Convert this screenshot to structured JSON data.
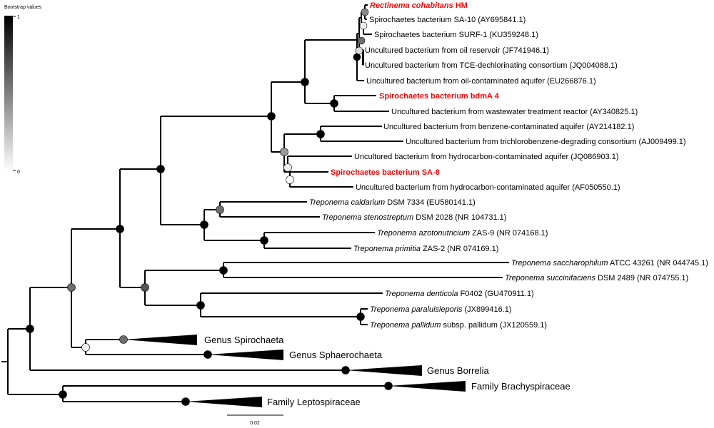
{
  "legend": {
    "title": "Bootstrap values",
    "tick_max": "1",
    "tick_min": "0",
    "color_max": "#000000",
    "color_min": "#ffffff"
  },
  "scale_bar": {
    "label": "0.02"
  },
  "highlight_color": "#ff0000",
  "leaves": [
    {
      "id": "l1",
      "segments": [
        {
          "t": "Rectinema cohabitans",
          "i": true
        },
        {
          "t": " HM"
        }
      ],
      "highlight": true
    },
    {
      "id": "l2",
      "segments": [
        {
          "t": "Spirochaetes bacterium SA-10 (AY695841.1)"
        }
      ]
    },
    {
      "id": "l3",
      "segments": [
        {
          "t": "Spirochaetes bacterium SURF-1 (KU359248.1)"
        }
      ]
    },
    {
      "id": "l4",
      "segments": [
        {
          "t": "Uncultured bacterium from oil reservoir (JF741946.1)"
        }
      ]
    },
    {
      "id": "l5",
      "segments": [
        {
          "t": "Uncultured bacterium from TCE-dechlorinating consortium (JQ004088.1)"
        }
      ]
    },
    {
      "id": "l6",
      "segments": [
        {
          "t": "Uncultured bacterium from oil-contaminated aquifer (EU266876.1)"
        }
      ]
    },
    {
      "id": "l7",
      "segments": [
        {
          "t": "Spirochaetes bacterium bdmA 4"
        }
      ],
      "highlight": true
    },
    {
      "id": "l8",
      "segments": [
        {
          "t": "Uncultured bacterium from wastewater treatment reactor (AY340825.1)"
        }
      ]
    },
    {
      "id": "l9",
      "segments": [
        {
          "t": "Uncultured bacterium from benzene-contaminated aquifer (AY214182.1)"
        }
      ]
    },
    {
      "id": "l10",
      "segments": [
        {
          "t": "Uncultured bacterium from trichlorobenzene-degrading consortium (AJ009499.1)"
        }
      ]
    },
    {
      "id": "l11",
      "segments": [
        {
          "t": "Uncultured bacterium from hydrocarbon-contaminated aquifer (JQ086903.1)"
        }
      ]
    },
    {
      "id": "l12",
      "segments": [
        {
          "t": "Spirochaetes bacterium SA-8"
        }
      ],
      "highlight": true
    },
    {
      "id": "l13",
      "segments": [
        {
          "t": "Uncultured bacterium from hydrocarbon-contaminated aquifer (AF050550.1)"
        }
      ]
    },
    {
      "id": "l14",
      "segments": [
        {
          "t": "Treponema caldarium",
          "i": true
        },
        {
          "t": " DSM 7334 (EU580141.1)"
        }
      ]
    },
    {
      "id": "l15",
      "segments": [
        {
          "t": "Treponema stenostreptum",
          "i": true
        },
        {
          "t": " DSM 2028 (NR 104731.1)"
        }
      ]
    },
    {
      "id": "l16",
      "segments": [
        {
          "t": "Treponema azotonutricium",
          "i": true
        },
        {
          "t": " ZAS-9 (NR 074168.1)"
        }
      ]
    },
    {
      "id": "l17",
      "segments": [
        {
          "t": "Treponema primitia",
          "i": true
        },
        {
          "t": " ZAS-2 (NR 074169.1)"
        }
      ]
    },
    {
      "id": "l18",
      "segments": [
        {
          "t": "Treponema saccharophilum",
          "i": true
        },
        {
          "t": " ATCC 43261 (NR 044745.1)"
        }
      ]
    },
    {
      "id": "l19",
      "segments": [
        {
          "t": "Treponema succinifaciens",
          "i": true
        },
        {
          "t": " DSM 2489 (NR 074755.1)"
        }
      ]
    },
    {
      "id": "l20",
      "segments": [
        {
          "t": "Treponema denticola",
          "i": true
        },
        {
          "t": " F0402 (GU470911.1)"
        }
      ]
    },
    {
      "id": "l21",
      "segments": [
        {
          "t": "Treponema paraluisleporis",
          "i": true
        },
        {
          "t": " (JX899416.1)"
        }
      ]
    },
    {
      "id": "l22",
      "segments": [
        {
          "t": "Treponema pallidum",
          "i": true
        },
        {
          "t": " subsp. pallidum (JX120559.1)"
        }
      ]
    }
  ],
  "collapsed_clades": [
    {
      "id": "c1",
      "label": "Genus Spirochaeta"
    },
    {
      "id": "c2",
      "label": "Genus Sphaerochaeta"
    },
    {
      "id": "c3",
      "label": "Genus Borrelia"
    },
    {
      "id": "c4",
      "label": "Family Brachyspiraceae"
    },
    {
      "id": "c5",
      "label": "Family Leptospiraceae"
    }
  ]
}
